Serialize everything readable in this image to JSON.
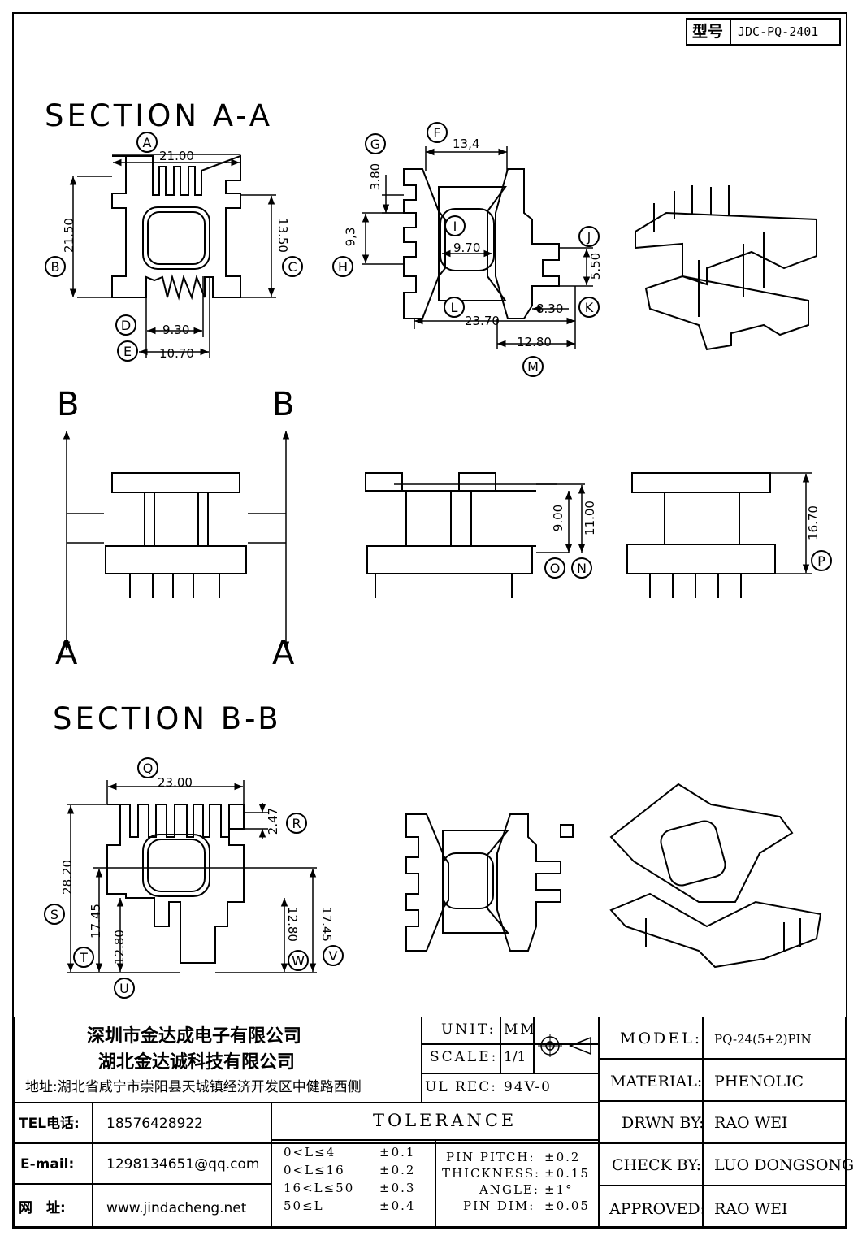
{
  "model_box": {
    "label": "型号",
    "value": "JDC-PQ-2401"
  },
  "section_aa": "SECTION A-A",
  "section_bb": "SECTION B-B",
  "callouts": [
    "A",
    "B",
    "C",
    "D",
    "E",
    "F",
    "G",
    "H",
    "I",
    "J",
    "K",
    "L",
    "M",
    "N",
    "O",
    "P",
    "Q",
    "R",
    "S",
    "T",
    "U",
    "V",
    "W"
  ],
  "dims": {
    "d2100": "21.00",
    "d2150": "21.50",
    "d1350": "13.50",
    "d930": "9.30",
    "d1070": "10.70",
    "d134": "13,4",
    "d380": "3.80",
    "d93": "9,3",
    "d970": "9.70",
    "d550": "5.50",
    "d830": "8.30",
    "d2370": "23.70",
    "d1280a": "12.80",
    "d900": "9.00",
    "d1100": "11.00",
    "d1670": "16.70",
    "d2300": "23.00",
    "d247": "2.47",
    "d2820": "28.20",
    "d1745a": "17.45",
    "d1280b": "12.80",
    "d1280c": "12.80",
    "d1745b": "17.45"
  },
  "cut_marks": {
    "top": "B",
    "bottom": "A"
  },
  "title_block": {
    "company1": "深圳市金达成电子有限公司",
    "company2": "湖北金达诚科技有限公司",
    "address": "地址:湖北省咸宁市崇阳县天城镇经济开发区中健路西侧",
    "tel_label": "TEL电话:",
    "tel_value": "18576428922",
    "email_label": "E-mail:",
    "email_value": "1298134651@qq.com",
    "web_label": "网　址:",
    "web_value": "www.jindacheng.net",
    "unit_label": "UNIT:",
    "unit_value": "MM",
    "scale_label": "SCALE:",
    "scale_value": "1/1",
    "ulrec_label": "UL REC:",
    "ulrec_value": "94V-0",
    "model_label": "MODEL:",
    "model_value": "PQ-24(5+2)PIN",
    "material_label": "MATERIAL:",
    "material_value": "PHENOLIC",
    "drwn_label": "DRWN BY:",
    "drwn_value": "RAO WEI",
    "check_label": "CHECK BY:",
    "check_value": "LUO DONGSONG",
    "approved_label": "APPROVED:",
    "approved_value": "RAO WEI",
    "tolerance_title": "TOLERANCE",
    "tol_rows": [
      {
        "range": "0<L≤4",
        "tol": "±0.1"
      },
      {
        "range": "0<L≤16",
        "tol": "±0.2"
      },
      {
        "range": "16<L≤50",
        "tol": "±0.3"
      },
      {
        "range": "50≤L",
        "tol": "±0.4"
      }
    ],
    "pin_pitch_label": "PIN PITCH:",
    "pin_pitch_value": "±0.2",
    "thickness_label": "THICKNESS:",
    "thickness_value": "±0.15",
    "angle_label": "ANGLE:",
    "angle_value": "±1°",
    "pin_dim_label": "PIN DIM:",
    "pin_dim_value": "±0.05"
  }
}
